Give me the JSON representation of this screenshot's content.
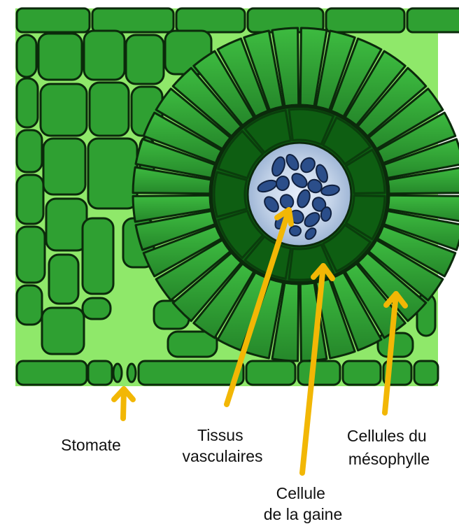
{
  "labels": {
    "stomata": "Stomate",
    "vascular_line1": "Tissus",
    "vascular_line2": "vasculaires",
    "bundle_sheath_line1": "Cellule",
    "bundle_sheath_line2": "de la gaine",
    "mesophyll_line1": "Cellules du",
    "mesophyll_line2": "mésophylle"
  },
  "colors": {
    "background": "#ffffff",
    "airspace": "#8fe86a",
    "mesophyll_cell": "#2fa032",
    "cell_outline": "#0b2a0b",
    "bundle_sheath_cell": "#0e5e12",
    "vascular_halo": "#c7d6ea",
    "vascular_cell": "#2b4e8a",
    "arrow": "#f2b705",
    "label_text": "#111111"
  },
  "icons": {
    "arrow": "arrow-up-icon"
  }
}
